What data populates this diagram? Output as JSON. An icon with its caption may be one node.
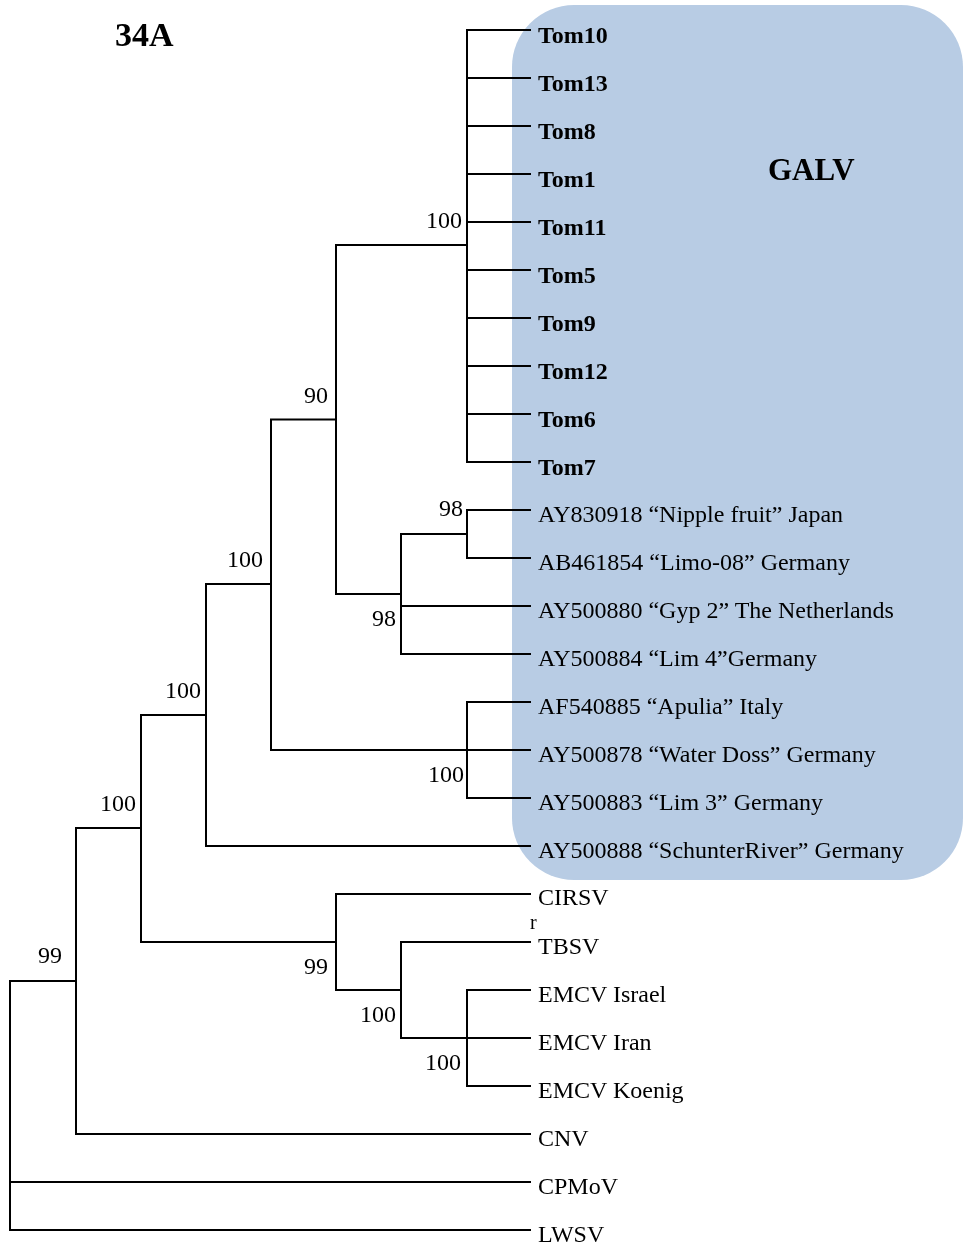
{
  "diagram": {
    "title": "34A",
    "nodes": [
      {
        "text": [
          "GALV"
        ]
      }
    ],
    "labels": [
      "Tom10",
      "Tom13",
      "Tom8",
      "Tom1",
      "100",
      "Tom11",
      "Tom5",
      "Tom9",
      "Tom12",
      "Tom6",
      "90",
      "Tom7",
      "98",
      "AY830918 “Nipple fruit” Japan",
      "100",
      "AB461854 “Limo-08” Germany",
      "AY500880 “Gyp 2” The Netherlands",
      "98",
      "AY500884 “Lim 4”Germany",
      "100",
      "AF540885 “Apulia” Italy",
      "AY500878 “Water Doss” Germany",
      "100",
      "AY500883 “Lim 3” Germany",
      "100",
      "AY500888 “SchunterRiver” Germany",
      "CIRSV",
      "r",
      "TBSV",
      "99",
      "99",
      "EMCV Israel",
      "100",
      "EMCV Iran",
      "100",
      "EMCV Koenig",
      "CNV",
      "CPMoV",
      "LWSV"
    ]
  }
}
